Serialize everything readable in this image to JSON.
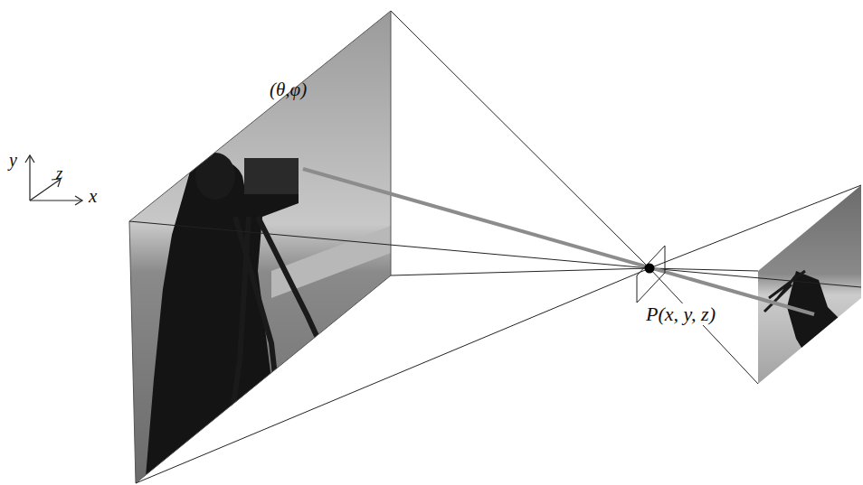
{
  "diagram": {
    "labels": [
      "(θ,φ)",
      "P(x, y, z)",
      "y",
      "z",
      "x"
    ]
  }
}
